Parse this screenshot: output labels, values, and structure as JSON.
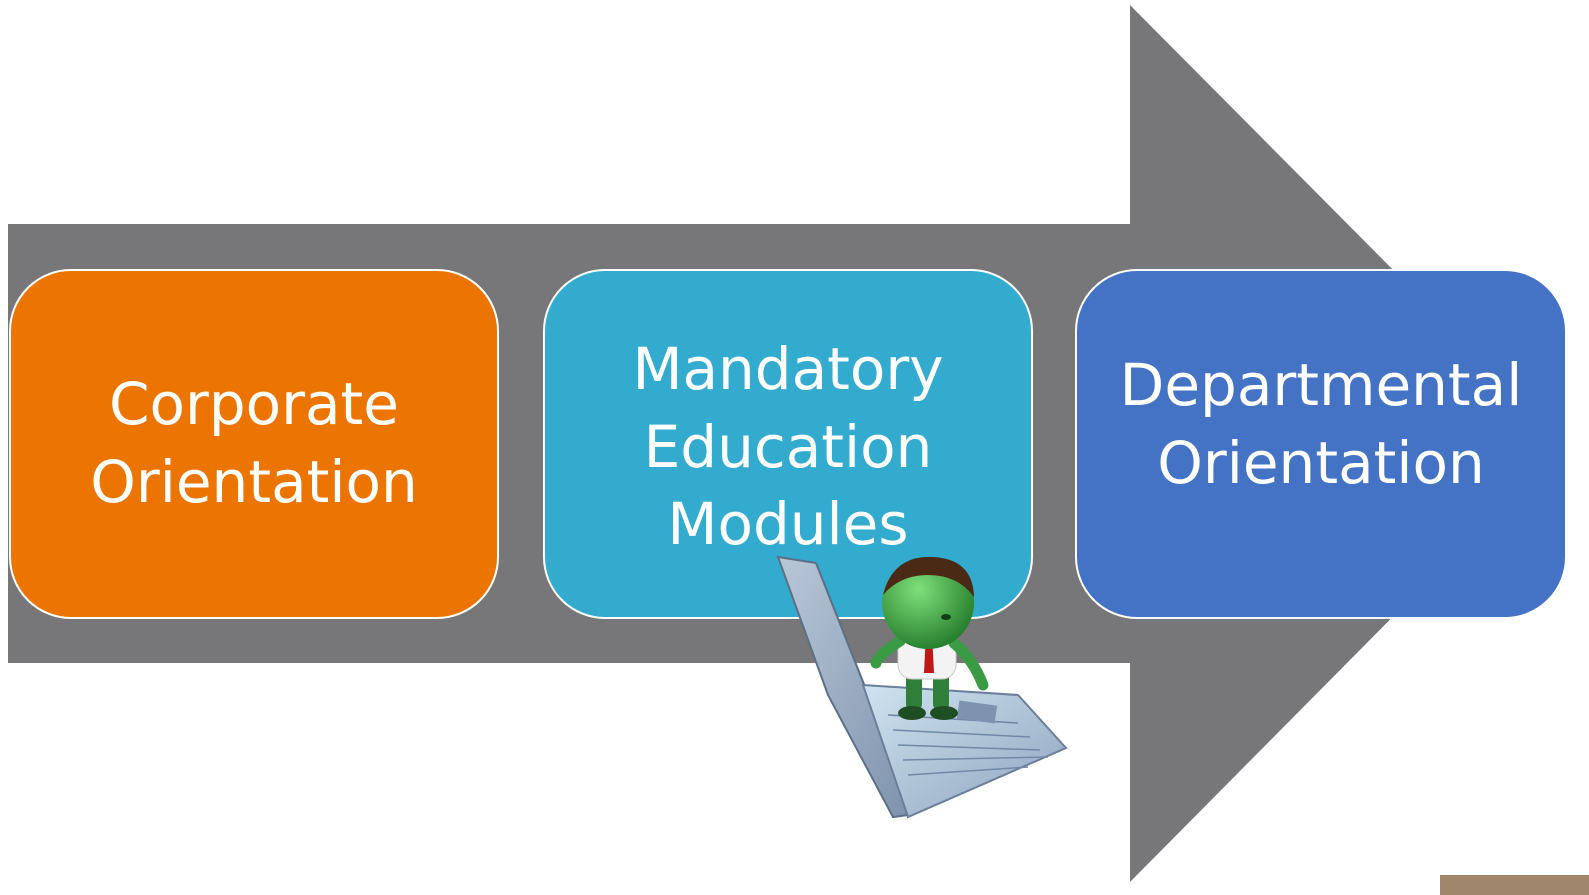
{
  "diagram": {
    "type": "process-arrow",
    "colors": {
      "arrow": "#77777a",
      "step_1": "#ec7502",
      "step_2": "#32abcf",
      "step_3": "#4472c4",
      "text": "#ffffff"
    },
    "steps": [
      {
        "label": "Corporate\nOrientation"
      },
      {
        "label": "Mandatory\nEducation\nModules"
      },
      {
        "label": "Departmental\nOrientation"
      }
    ],
    "illustration": "cartoon-character-on-laptop"
  }
}
